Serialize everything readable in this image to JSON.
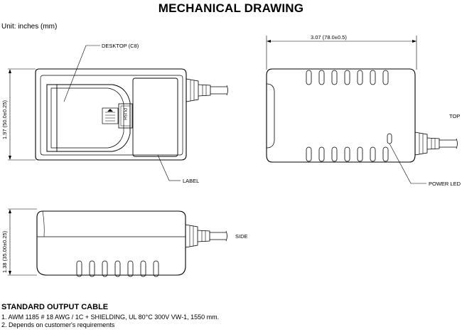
{
  "title": "MECHANICAL DRAWING",
  "unit_label": "Unit: inches (mm)",
  "labels": {
    "desktop": "DESKTOP (C8)",
    "label": "LABEL",
    "top": "TOP",
    "power_led": "POWER LED",
    "side": "SIDE",
    "push": "PUSH"
  },
  "dimensions": {
    "width": "3.07 (78.0±0.5)",
    "height": "1.97 (50.0±0.25)",
    "thickness": "1.38 (35.00±0.25)"
  },
  "cable": {
    "title": "STANDARD OUTPUT CABLE",
    "notes": [
      "1. AWM 1185 # 18 AWG / 1C + SHIELDING, UL 80°C 300V VW-1, 1550 mm.",
      "2. Depends on customer's requirements"
    ]
  }
}
